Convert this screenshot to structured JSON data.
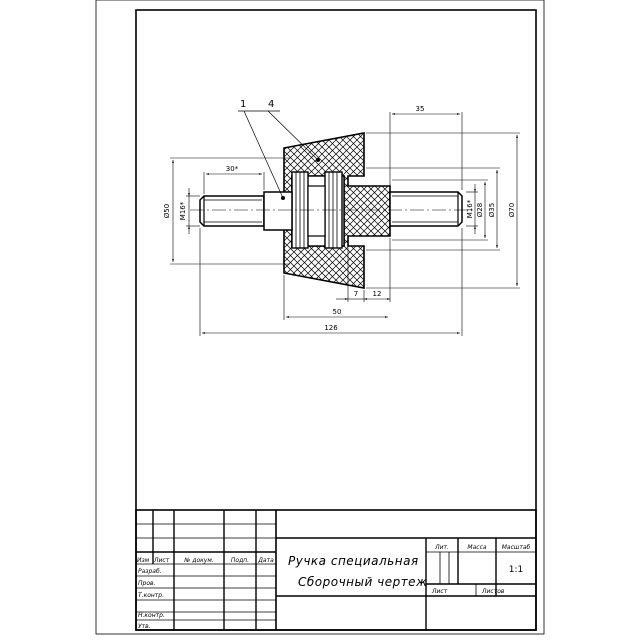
{
  "drawing": {
    "callouts": {
      "part1": "1",
      "part4": "4"
    },
    "dimensions": {
      "d35": "35",
      "d30": "30*",
      "d7": "7",
      "d12": "12",
      "d50": "50",
      "d126": "126",
      "dia50": "Ø50",
      "m16_left": "M16*",
      "m16_right": "M16*",
      "dia28": "Ø28",
      "dia35": "Ø35",
      "dia70": "Ø70"
    }
  },
  "title_block": {
    "headers": {
      "izm": "Изм",
      "list": "Лист",
      "doc": "№ докум.",
      "sign": "Подп.",
      "date": "Дата"
    },
    "roles": {
      "razrab": "Разраб.",
      "prov": "Пров.",
      "tkontr": "Т.контр.",
      "nkontr": "Н.контр.",
      "utv": "Утв."
    },
    "title_line1": "Ручка специальная",
    "title_line2": "Сборочный чертеж",
    "lit": "Лит.",
    "mass": "Масса",
    "scale_label": "Масштаб",
    "scale_value": "1:1",
    "sheet_label": "Лист",
    "sheets_label": "Листов"
  }
}
